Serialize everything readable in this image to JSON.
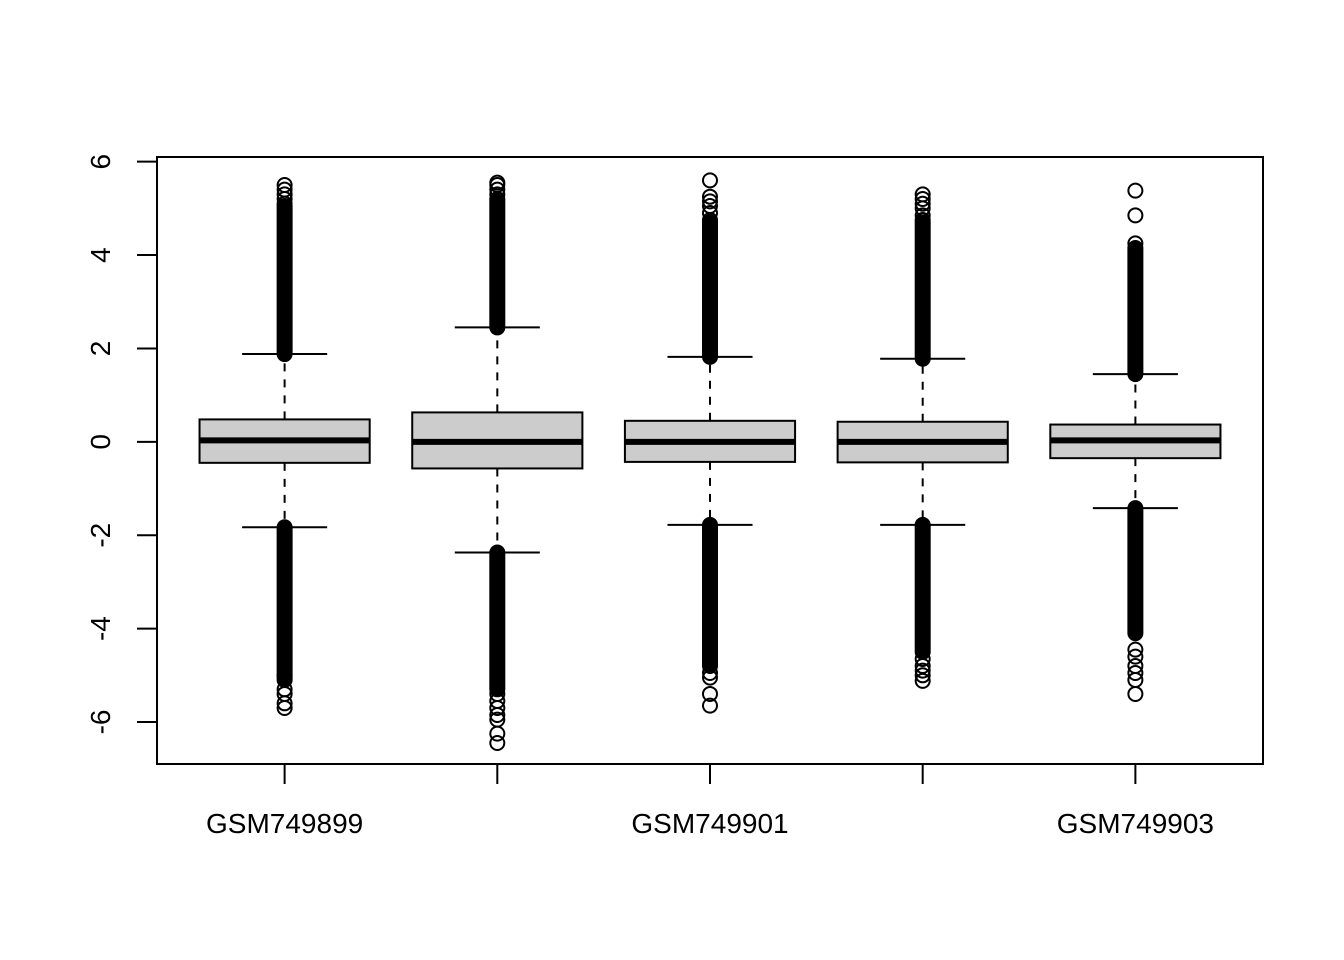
{
  "chart_data": {
    "type": "boxplot",
    "title": "",
    "xlabel": "",
    "ylabel": "",
    "ylim": [
      -6.9,
      6.1
    ],
    "yticks": [
      -6,
      -4,
      -2,
      0,
      2,
      4,
      6
    ],
    "grid": false,
    "legend": "none",
    "categories": [
      "GSM749899",
      "",
      "GSM749901",
      "",
      "GSM749903"
    ],
    "colors": {
      "box_fill": "#cccccc",
      "stroke": "#000000",
      "background": "#ffffff"
    },
    "boxes": [
      {
        "q1": -0.45,
        "median": 0.03,
        "q3": 0.48,
        "whisker_low": -1.83,
        "whisker_high": 1.88,
        "dense_low": [
          -5.1,
          -1.83
        ],
        "dense_high": [
          1.88,
          5.05
        ],
        "outliers": [
          -5.7,
          -5.6,
          -5.4,
          -5.3,
          -5.0,
          5.1,
          5.2,
          5.3,
          5.4,
          5.5
        ]
      },
      {
        "q1": -0.57,
        "median": 0.0,
        "q3": 0.63,
        "whisker_low": -2.37,
        "whisker_high": 2.45,
        "dense_low": [
          -5.3,
          -2.37
        ],
        "dense_high": [
          2.45,
          5.2
        ],
        "outliers": [
          -6.45,
          -6.25,
          -5.95,
          -5.85,
          -5.7,
          -5.55,
          -5.4,
          5.3,
          5.4,
          5.5,
          5.55
        ]
      },
      {
        "q1": -0.43,
        "median": 0.0,
        "q3": 0.45,
        "whisker_low": -1.78,
        "whisker_high": 1.82,
        "dense_low": [
          -4.8,
          -1.78
        ],
        "dense_high": [
          1.82,
          4.75
        ],
        "outliers": [
          -5.65,
          -5.4,
          -5.05,
          -4.95,
          4.9,
          5.05,
          5.15,
          5.25,
          5.6
        ]
      },
      {
        "q1": -0.44,
        "median": 0.0,
        "q3": 0.43,
        "whisker_low": -1.78,
        "whisker_high": 1.78,
        "dense_low": [
          -4.5,
          -1.78
        ],
        "dense_high": [
          1.78,
          4.7
        ],
        "outliers": [
          -5.12,
          -5.0,
          -4.9,
          -4.8,
          -4.65,
          4.75,
          4.85,
          5.0,
          5.1,
          5.2,
          5.3
        ]
      },
      {
        "q1": -0.35,
        "median": 0.03,
        "q3": 0.37,
        "whisker_low": -1.42,
        "whisker_high": 1.45,
        "dense_low": [
          -4.1,
          -1.42
        ],
        "dense_high": [
          1.45,
          4.15
        ],
        "outliers": [
          -5.4,
          -5.1,
          -4.95,
          -4.8,
          -4.6,
          -4.45,
          4.25,
          4.85,
          5.38
        ]
      }
    ]
  }
}
